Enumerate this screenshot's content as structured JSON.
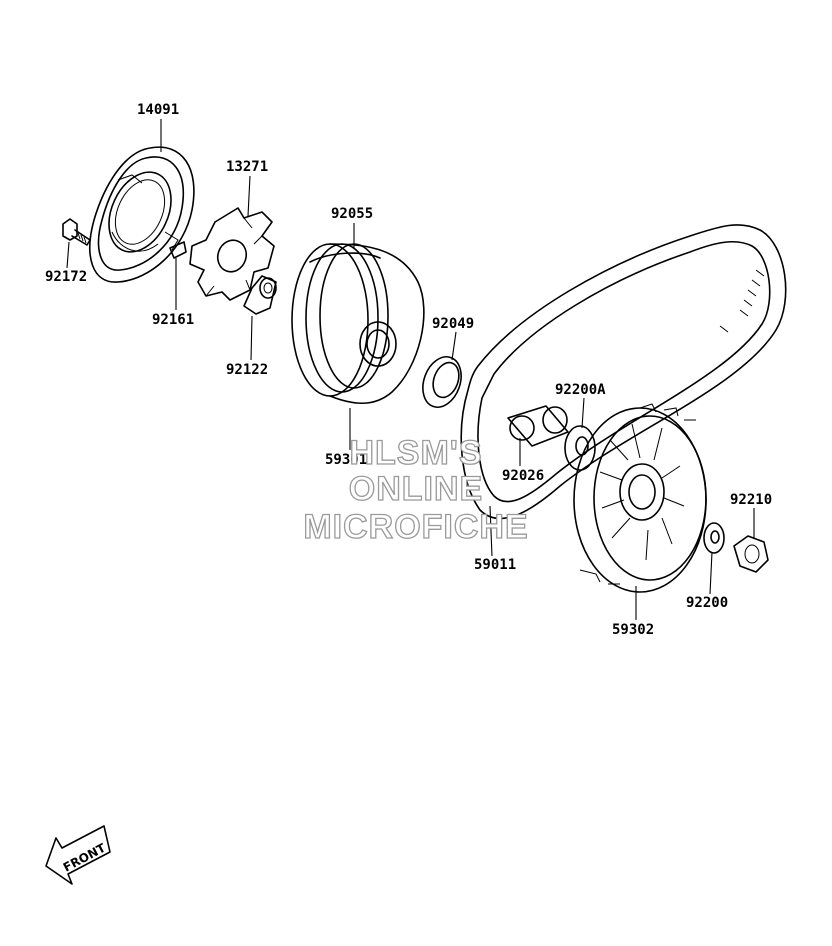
{
  "parts": [
    {
      "id": "p14091",
      "number": "14091"
    },
    {
      "id": "p13271",
      "number": "13271"
    },
    {
      "id": "p92055",
      "number": "92055"
    },
    {
      "id": "p92172",
      "number": "92172"
    },
    {
      "id": "p92161",
      "number": "92161"
    },
    {
      "id": "p92122",
      "number": "92122"
    },
    {
      "id": "p92049",
      "number": "92049"
    },
    {
      "id": "p59301",
      "number": "59301"
    },
    {
      "id": "p92200A",
      "number": "92200A"
    },
    {
      "id": "p92026",
      "number": "92026"
    },
    {
      "id": "p92210",
      "number": "92210"
    },
    {
      "id": "p59011",
      "number": "59011"
    },
    {
      "id": "p92200",
      "number": "92200"
    },
    {
      "id": "p59302",
      "number": "59302"
    }
  ],
  "watermark": [
    "HLSM'S",
    "ONLINE",
    "MICROFICHE"
  ],
  "front_arrow": "FRONT"
}
